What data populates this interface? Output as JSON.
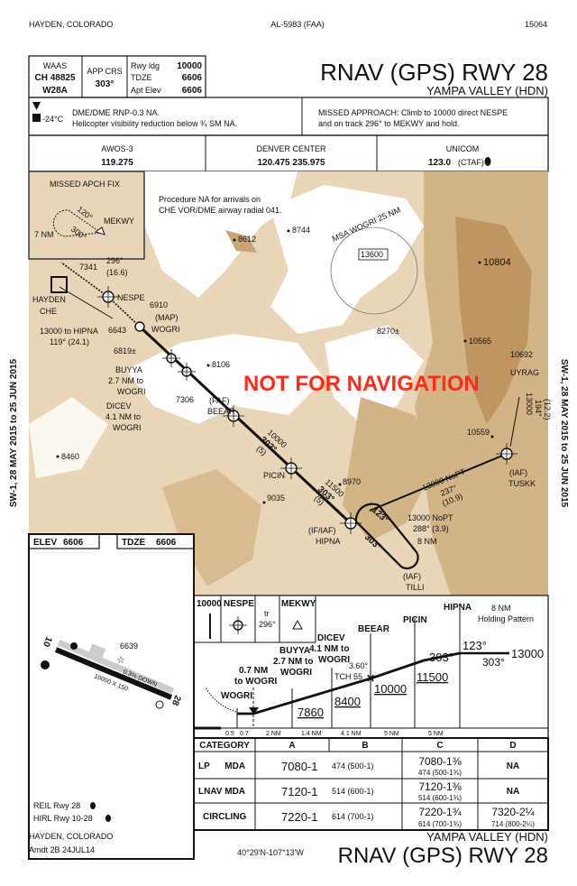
{
  "header": {
    "city": "HAYDEN, COLORADO",
    "chart_id": "AL-5983 (FAA)",
    "proc_number": "15064",
    "title": "RNAV (GPS) RWY 28",
    "airport": "YAMPA VALLEY (HDN)"
  },
  "info": {
    "waas_label": "WAAS",
    "ch": "CH 48825",
    "waas_id": "W28A",
    "app_crs_label": "APP CRS",
    "app_crs": "303°",
    "rwy_ldg_label": "Rwy ldg",
    "rwy_ldg": "10000",
    "tdze_label": "TDZE",
    "tdze": "6606",
    "apt_elev_label": "Apt Elev",
    "apt_elev": "6606"
  },
  "notes": {
    "temp": "-24°C",
    "line1": "DME/DME RNP-0.3 NA.",
    "line2": "Helicopter visibility reduction below ¾ SM NA.",
    "missed1": "MISSED APPROACH:  Climb to 10000 direct NESPE",
    "missed2": "and on track 296° to MEKWY and hold."
  },
  "comms": [
    {
      "name": "AWOS-3",
      "freq": "119.275"
    },
    {
      "name": "DENVER CENTER",
      "freq": "120.475  235.975"
    },
    {
      "name": "UNICOM",
      "freq": "123.0",
      "extra": "(CTAF)"
    }
  ],
  "side": {
    "left": "SW-1, 28 MAY 2015 to 25 JUN 2015",
    "right": "SW-1, 28 MAY 2015 to 25 JUN 2015"
  },
  "plan": {
    "watermark": "NOT FOR NAVIGATION",
    "missed_fix_title": "MISSED APCH FIX",
    "mf_out": "120°",
    "mf_in": "300°",
    "mf_fix": "MEKWY",
    "mf_leg": "7 NM",
    "proc_na1": "Procedure NA for arrivals on",
    "proc_na2": "CHE VOR/DME airway radial 041.",
    "msa": "MSA WOGRI 25 NM",
    "msa_alt": "13600",
    "e8612": "8612",
    "e8744": "8744",
    "e10804": "10804",
    "e7341": "7341",
    "e6910": "6910",
    "e6643": "6643",
    "e6819": "6819±",
    "e8106": "8106",
    "e7306": "7306",
    "e8460": "8460",
    "e8970": "8970",
    "e9035": "9035",
    "e8270": "8270±",
    "e10565": "10565",
    "e10692": "10692",
    "e10559": "10559",
    "miss_trk": "296°",
    "miss_dist": "(16.6)",
    "hayden": "HAYDEN",
    "che": "CHE",
    "nespe": "NESPE",
    "map": "(MAP)",
    "wogri": "WOGRI",
    "feeder1": "13000 to HIPNA",
    "feeder2": "119° (24.1)",
    "buyya1": "BUYYA",
    "buyya2": "2.7 NM to",
    "buyya3": "WOGRI",
    "dicev1": "DICEV",
    "dicev2": "4.1 NM to",
    "dicev3": "WOGRI",
    "faf": "(FAF)",
    "beear": "BEEAR",
    "seg1_alt": "10000",
    "seg1_crs": "303°",
    "seg1_dist": "(5)",
    "picin": "PICIN",
    "seg2_alt": "11500",
    "seg2_crs": "303°",
    "seg2_dist": "(5)",
    "if_iaf": "(IF/IAF)",
    "hipna": "HIPNA",
    "hold_out": "123°",
    "hold_in": "303°",
    "tilli_alt": "13000 NoPT",
    "tilli_crs": "288° (3.9)",
    "hold_len": "8 NM",
    "tilli_iaf": "(IAF)",
    "tilli": "TILLI",
    "uyrag": "UYRAG",
    "uy_alt": "13000",
    "uy_crs": "194°",
    "uy_dist": "(12.2)",
    "tuskk_iaf": "(IAF)",
    "tuskk": "TUSKK",
    "tu_alt": "13000 NoPT",
    "tu_crs": "237°",
    "tu_dist": "(10.9)"
  },
  "airport": {
    "elev_label": "ELEV",
    "elev": "6606",
    "tdze_label": "TDZE",
    "tdze": "6606",
    "rwy10": "10",
    "rwy28": "28",
    "obst": "6639",
    "gradient": "0.3% DOWN",
    "dims": "10000 X 150",
    "reil": "REIL Rwy 28",
    "hirl": "HIRL Rwy 10-28"
  },
  "profile": {
    "ma_alt": "10000",
    "ma_fix": "NESPE",
    "ma_tr": "tr",
    "ma_trk": "296°",
    "ma_hold": "MEKWY",
    "hipna": "HIPNA",
    "hold1": "8 NM",
    "hold2": "Holding Pattern",
    "hold_out": "123°",
    "hold_in": "303°",
    "hold_alt": "13000",
    "picin": "PICIN",
    "beear": "BEEAR",
    "dicev1": "DICEV",
    "dicev2": "4.1 NM to",
    "dicev3": "WOGRI",
    "buyya1": "BUYYA",
    "buyya2": "2.7 NM to",
    "buyya3": "WOGRI",
    "vdp1": "0.7 NM",
    "vdp2": "to WOGRI",
    "wogri": "WOGRI",
    "gpa": "3.60°",
    "tch": "TCH 55",
    "crs": "303°",
    "alt_picin": "11500",
    "alt_beear": "10000",
    "alt_dicev": "8400",
    "alt_buyya": "7860",
    "dists": [
      "0.5",
      "0.7",
      "2 NM",
      "1.4 NM",
      "4.1 NM",
      "5 NM",
      "5 NM"
    ]
  },
  "minimums": {
    "headers": [
      "CATEGORY",
      "A",
      "B",
      "C",
      "D"
    ],
    "rows": [
      {
        "label": "LP      MDA",
        "ab_main": "7080-1",
        "ab_sub": "474 (500-1)",
        "c_main": "7080-1⅜",
        "c_sub": "474 (500-1⅜)",
        "d_main": "NA",
        "d_sub": ""
      },
      {
        "label": "LNAV MDA",
        "ab_main": "7120-1",
        "ab_sub": "514 (600-1)",
        "c_main": "7120-1⅜",
        "c_sub": "514 (600-1⅜)",
        "d_main": "NA",
        "d_sub": ""
      },
      {
        "label": "CIRCLING",
        "ab_main": "7220-1",
        "ab_sub": "614 (700-1)",
        "c_main": "7220-1¾",
        "c_sub": "614 (700-1¾)",
        "d_main": "7320-2¼",
        "d_sub": "714 (800-2¼)"
      }
    ]
  },
  "footer": {
    "city": "HAYDEN, COLORADO",
    "amdt": "Amdt 2B  24JUL14",
    "coords": "40°29'N-107°13'W",
    "airport": "YAMPA VALLEY (HDN)",
    "title": "RNAV (GPS) RWY 28"
  },
  "colors": {
    "terrain_low": "#e9d6b8",
    "terrain_mid": "#d3b487",
    "terrain_high": "#bf9661",
    "watermark": "#ff2a1a"
  }
}
